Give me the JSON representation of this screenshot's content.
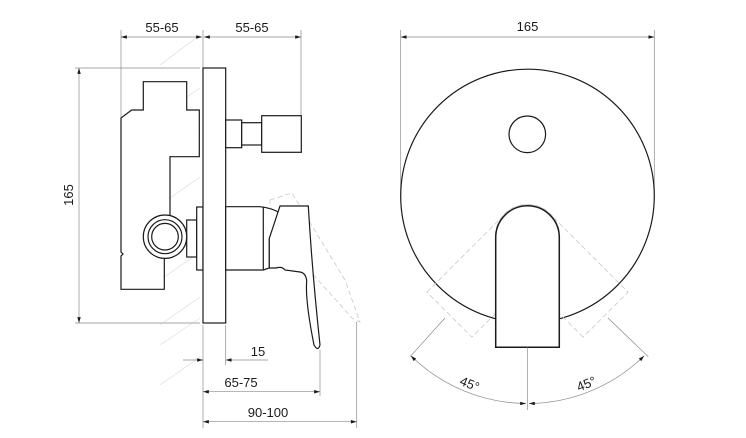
{
  "side_view": {
    "dim_rear_depth": "55-65",
    "dim_front_depth": "55-65",
    "dim_height": "165",
    "dim_plate": "15",
    "dim_lever_min": "65-75",
    "dim_lever_max": "90-100"
  },
  "front_view": {
    "dim_diameter": "165",
    "angle_left": "45°",
    "angle_right": "45°"
  }
}
